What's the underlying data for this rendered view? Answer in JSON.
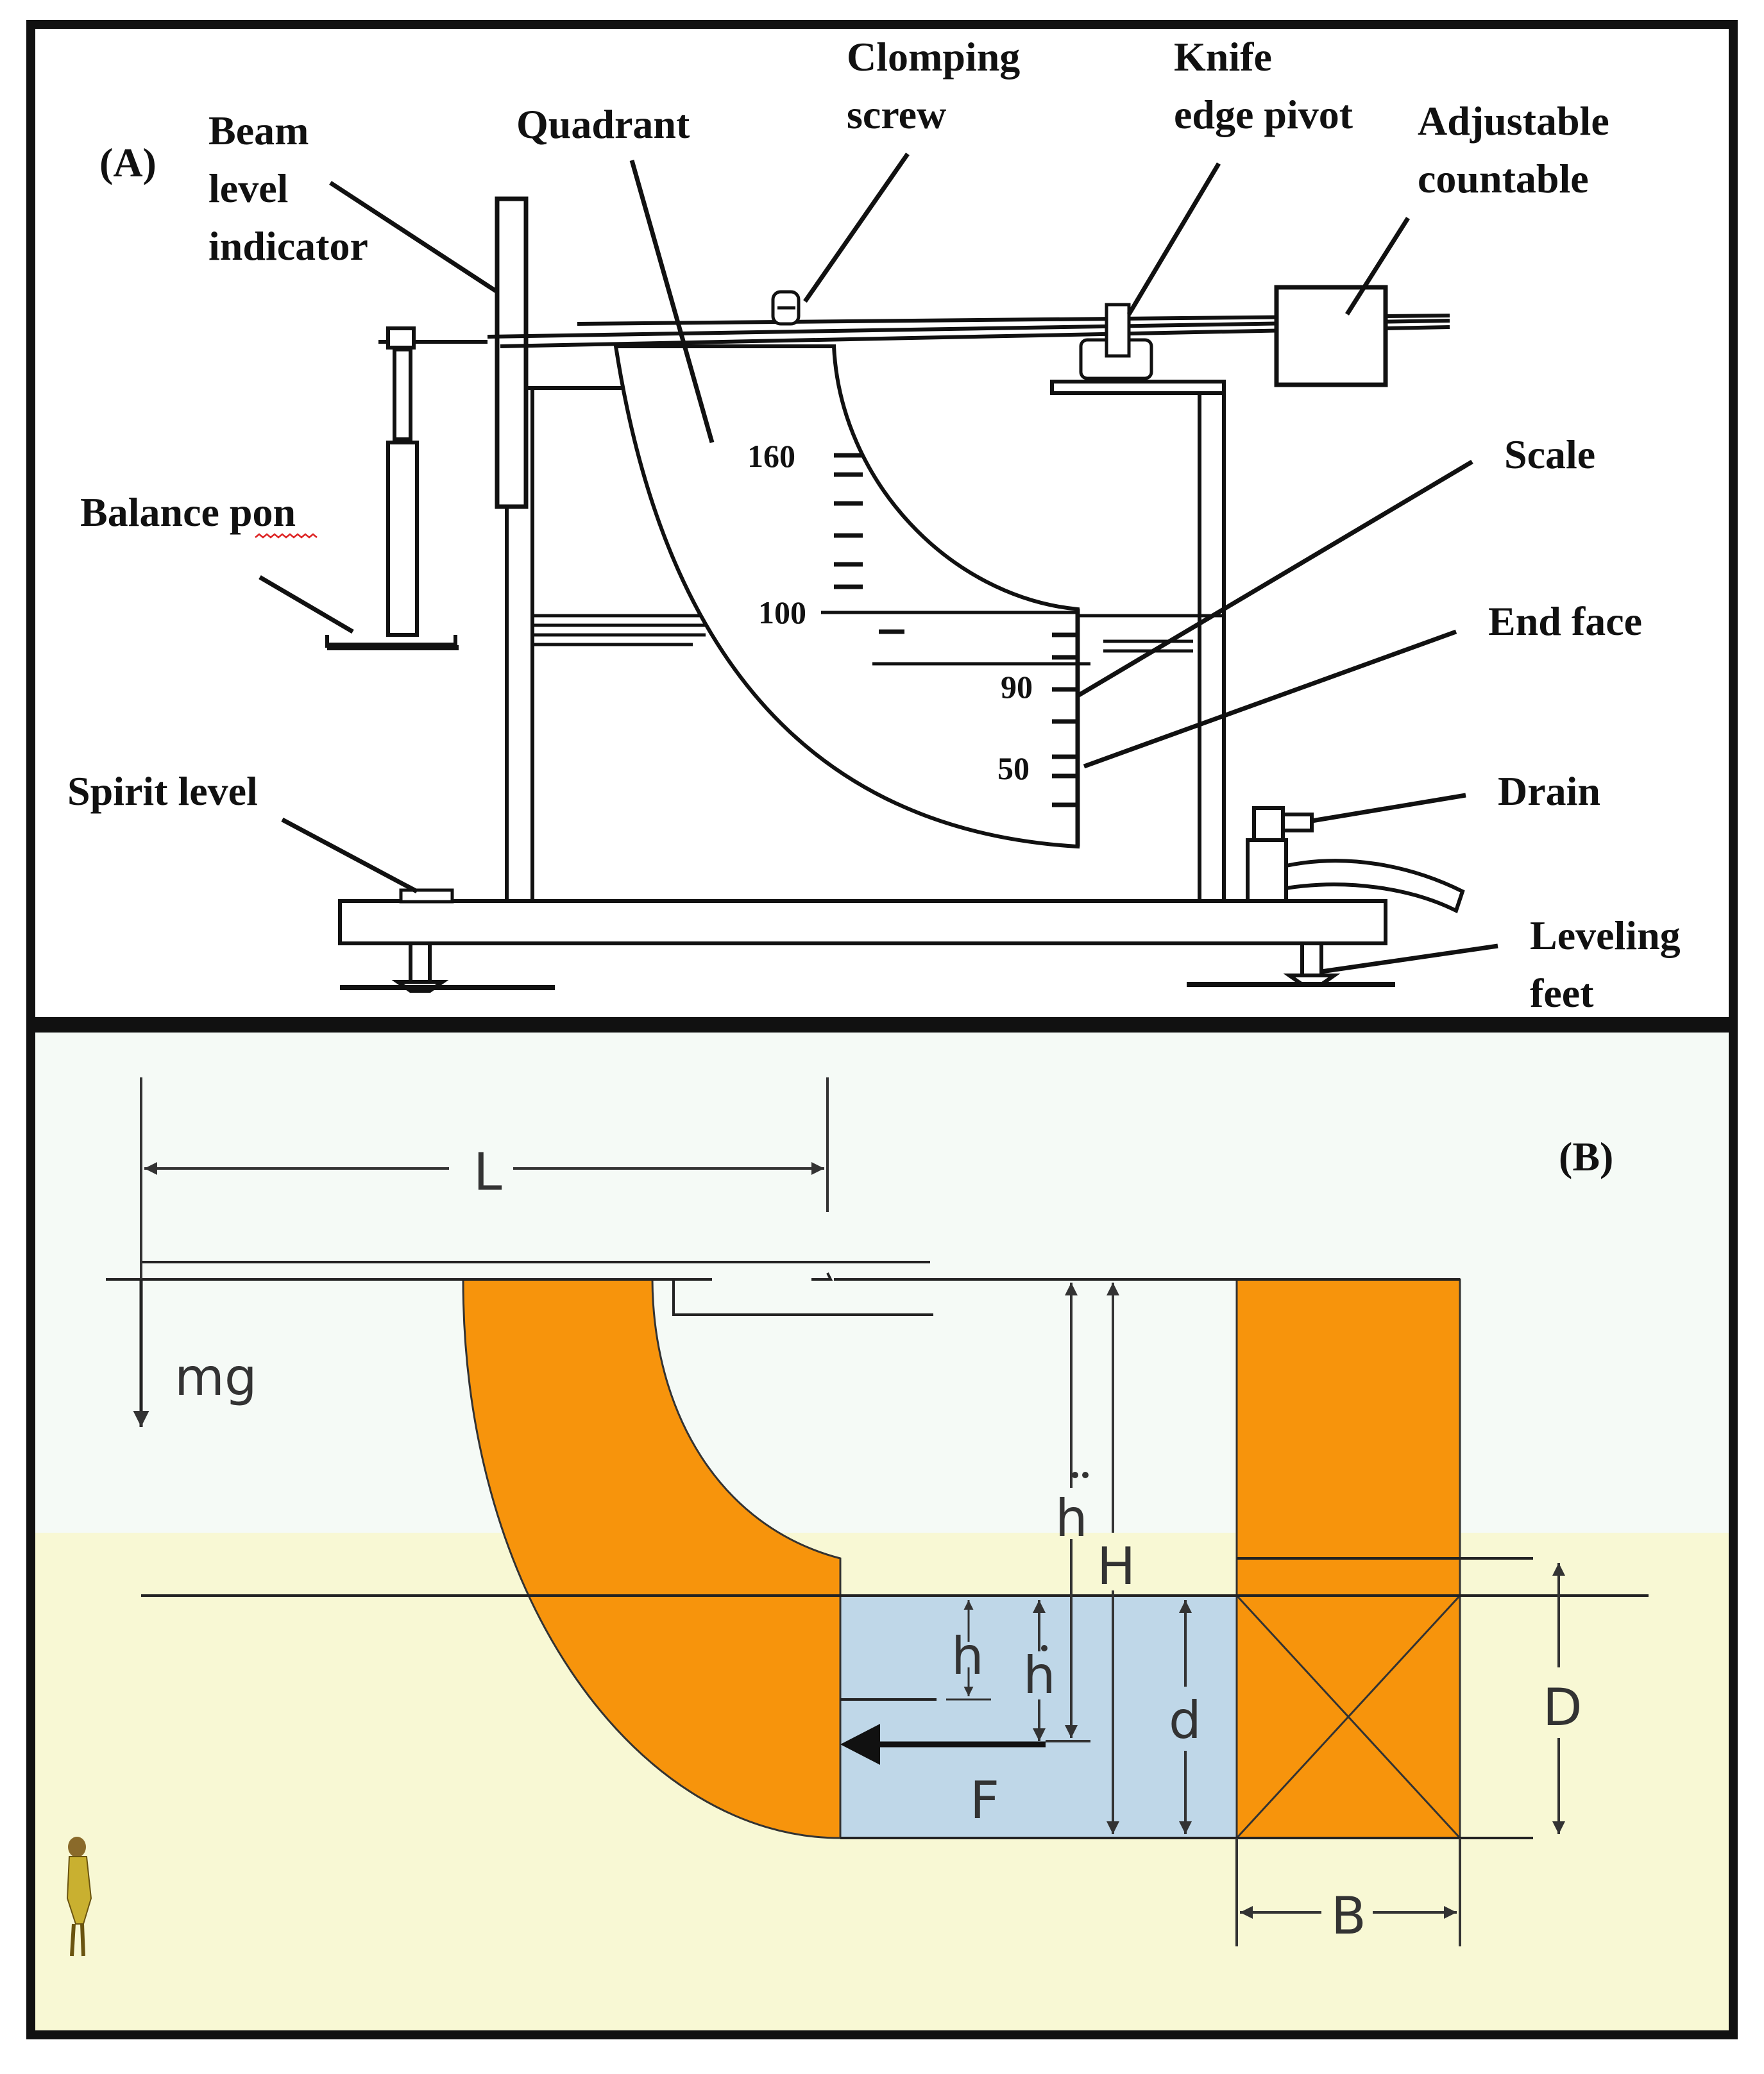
{
  "panel_a": {
    "tag": "(A)",
    "labels": {
      "beam_l1": "Beam",
      "beam_l2": "level",
      "beam_l3": "indicator",
      "quadrant": "Quadrant",
      "clomping_l1": "Clomping",
      "clomping_l2": "screw",
      "knife_l1": "Knife",
      "knife_l2": "edge pivot",
      "adjustable_l1": "Adjustable",
      "adjustable_l2": "countable",
      "balance": "Balance pon",
      "scale": "Scale",
      "end_face": "End face",
      "spirit": "Spirit level",
      "drain": "Drain",
      "leveling_l1": "Leveling",
      "leveling_l2": "feet"
    },
    "scale_ticks": {
      "t160": "160",
      "t100": "100",
      "t90": "90",
      "t50": "50"
    }
  },
  "panel_b": {
    "tag": "(B)",
    "labels": {
      "L": "L",
      "mg": "mg",
      "h_double_dot": "h",
      "H": "H",
      "h": "h",
      "h_dot": "h",
      "d": "d",
      "F": "F",
      "D": "D",
      "B": "B"
    },
    "colors": {
      "body": "#f7940c",
      "water": "#bfd7e8",
      "bg_upper": "#f5faf6",
      "bg_lower": "#f8f8d4"
    }
  }
}
